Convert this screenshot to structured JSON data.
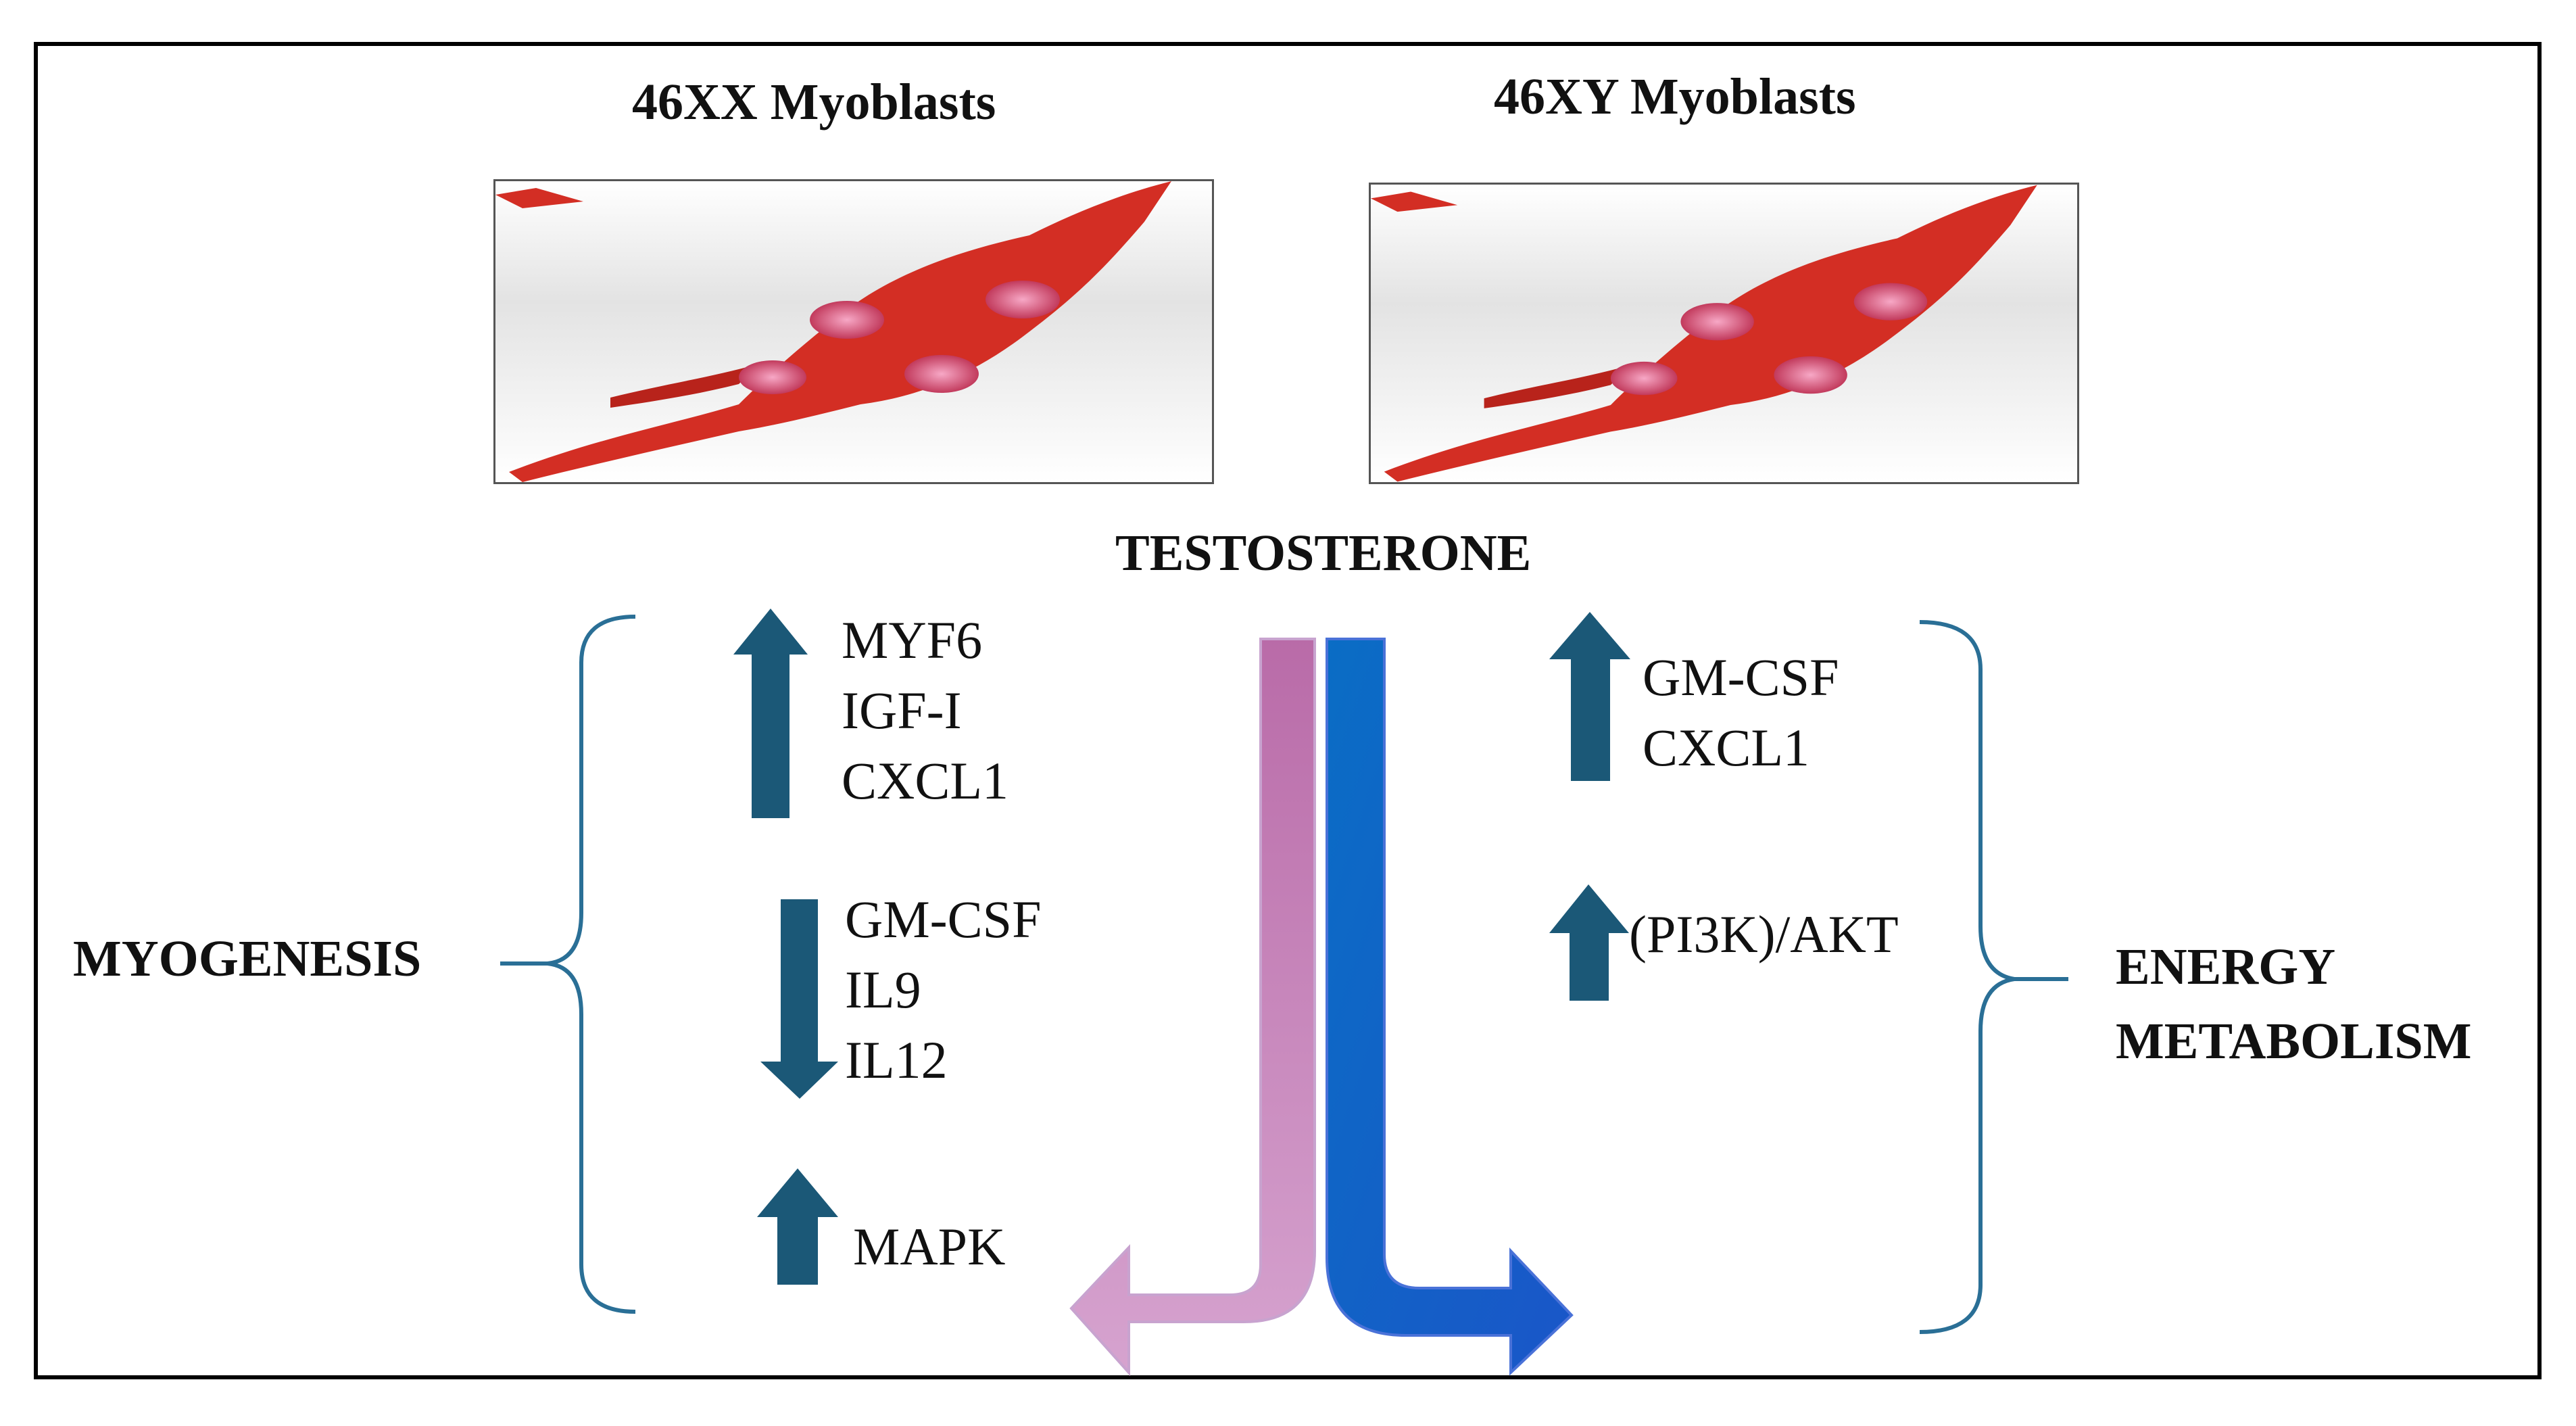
{
  "panels": {
    "left_title": "46XX Myoblasts",
    "right_title": "46XY Myoblasts"
  },
  "center": {
    "label": "TESTOSTERONE"
  },
  "left_group": {
    "label": "MYOGENESIS",
    "up_block": [
      "MYF6",
      "IGF-I",
      "CXCL1"
    ],
    "down_block": [
      "GM-CSF",
      "IL9",
      "IL12"
    ],
    "up_block_2": [
      "MAPK"
    ]
  },
  "right_group": {
    "label_line1": "ENERGY",
    "label_line2": "METABOLISM",
    "up_block": [
      "GM-CSF",
      "CXCL1"
    ],
    "up_block_2": [
      "(PI3K)/AKT"
    ]
  },
  "colors": {
    "arrow_dark": "#1b5877",
    "brace": "#2a6f96",
    "flow_left": "#c07ab4",
    "flow_right": "#0a6dc5",
    "cell": "#d32e24"
  }
}
